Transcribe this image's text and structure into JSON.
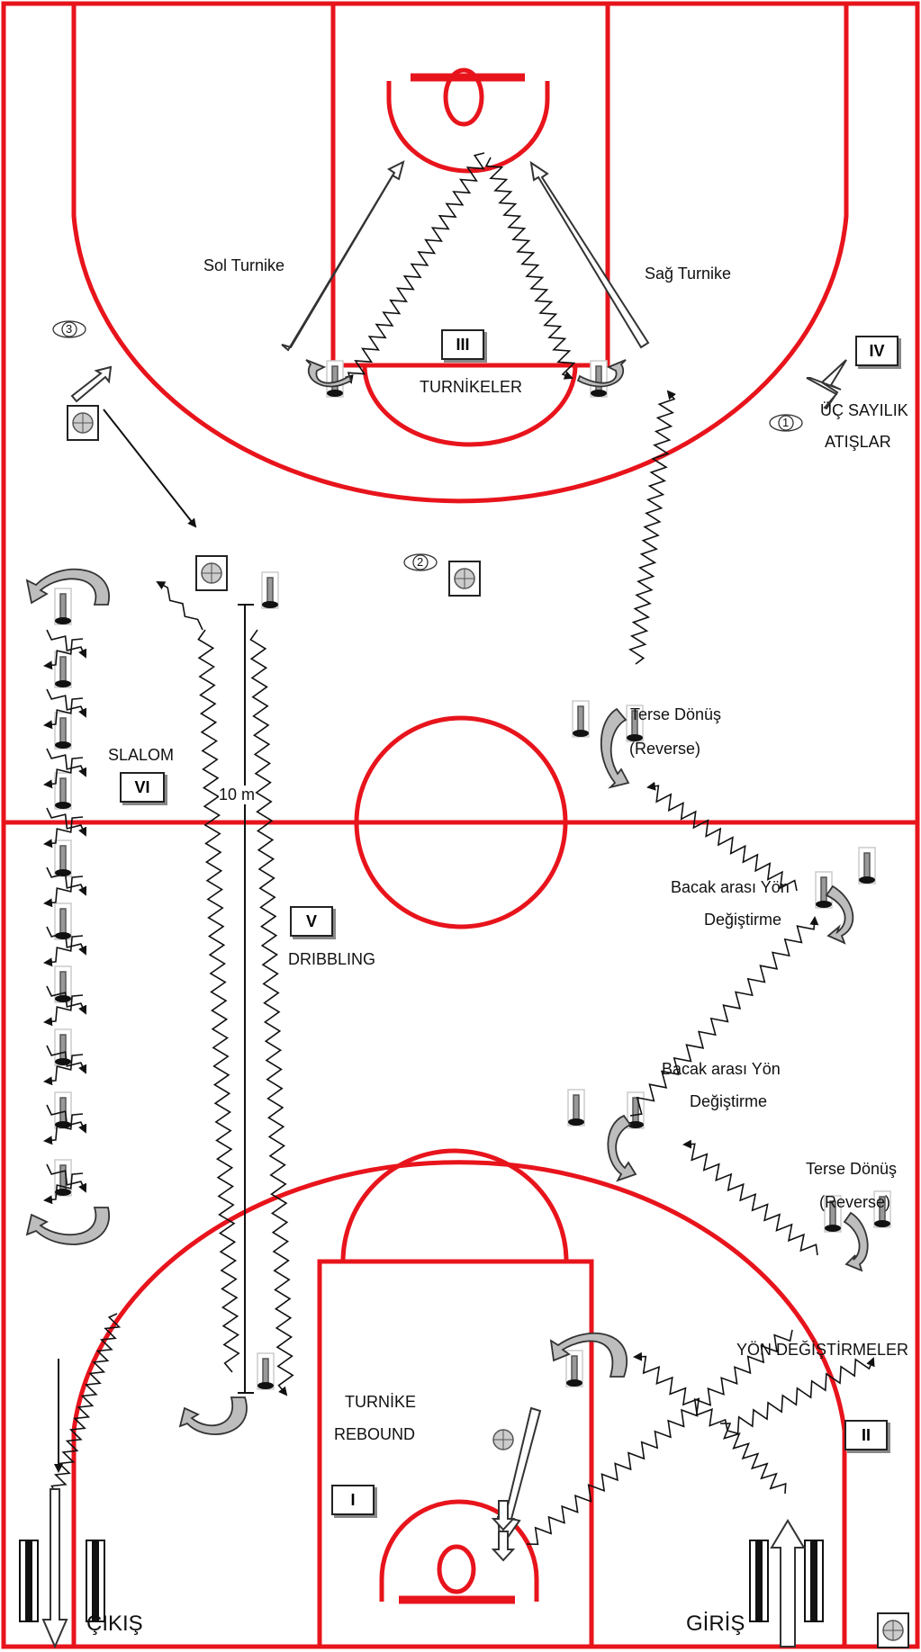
{
  "colors": {
    "court": "#e8141c",
    "ink": "#111111",
    "arrow_fill": "#bdbdbd"
  },
  "stations": {
    "i": "I",
    "ii": "II",
    "iii": "III",
    "iv": "IV",
    "v": "V",
    "vi": "VI"
  },
  "labels": {
    "sol_turnike": "Sol Turnike",
    "sag_turnike": "Sağ Turnike",
    "turnikeler": "TURNİKELER",
    "uc_sayilik": "ÜÇ SAYILIK",
    "atislar": "ATIŞLAR",
    "slalom": "SLALOM",
    "ten_m": "10 m",
    "dribbling": "DRIBBLING",
    "terse_donus_1": "Terse Dönüş",
    "reverse_1": "(Reverse)",
    "bacak_arasi_1": "Bacak arası Yön",
    "degistirme_1": "Değiştirme",
    "bacak_arasi_2": "Bacak arası Yön",
    "degistirme_2": "Değiştirme",
    "terse_donus_2": "Terse Dönüş",
    "reverse_2": "(Reverse)",
    "yon_degistirmeler": "YÖN DEĞİŞTİRMELER",
    "turnike": "TURNİKE",
    "rebound": "REBOUND",
    "cikis": "ÇIKIŞ",
    "giris": "GİRİŞ"
  },
  "shooting_spots": [
    "1",
    "2",
    "3"
  ]
}
